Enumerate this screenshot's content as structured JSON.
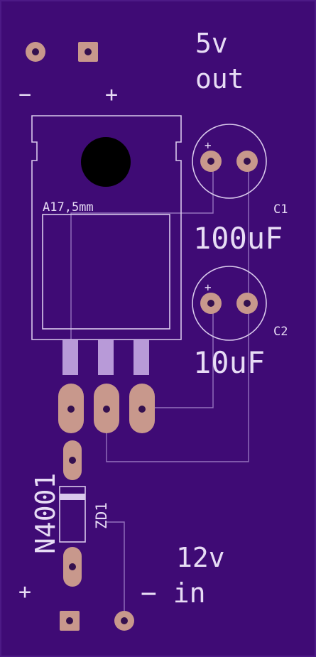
{
  "board": {
    "output": {
      "voltage": "5v",
      "word": "out",
      "minus": "−",
      "plus": "+"
    },
    "input": {
      "voltage": "12v",
      "word": "− in",
      "plus": "+"
    },
    "regulator": {
      "label": "A17,5mm"
    },
    "capacitors": [
      {
        "ref": "C1",
        "value": "100uF",
        "polarity": "+"
      },
      {
        "ref": "C2",
        "value": "10uF",
        "polarity": "+"
      }
    ],
    "diode": {
      "ref": "ZD1",
      "value": "N4001"
    },
    "colors": {
      "board": "#3f0b75",
      "silkscreen": "#d9c9ec",
      "pad": "#c8988c",
      "trace": "#b195d6"
    }
  }
}
